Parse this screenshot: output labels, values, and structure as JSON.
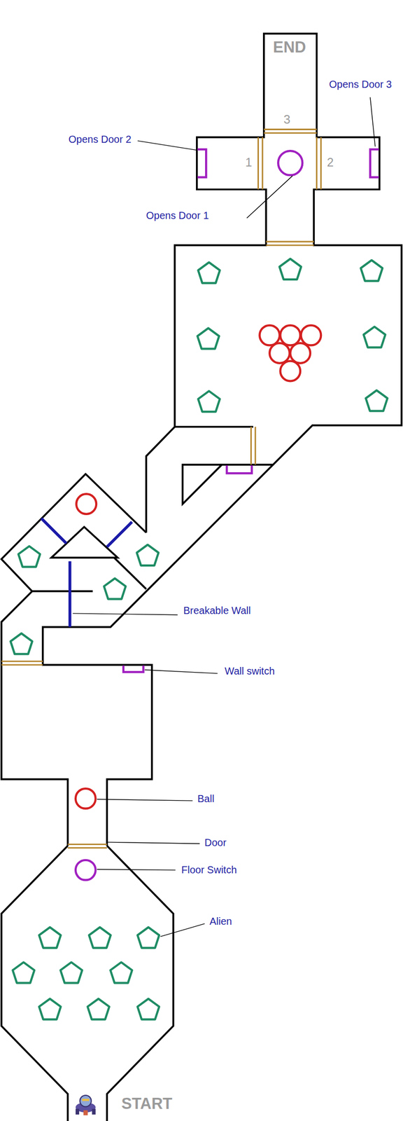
{
  "diagram": {
    "labels": [
      "END",
      "Opens Door 3",
      "Opens Door 2",
      "3",
      "1",
      "2",
      "Opens Door 1",
      "Breakable Wall",
      "Wall switch",
      "Ball",
      "Door",
      "Floor Switch",
      "Alien",
      "START"
    ]
  }
}
